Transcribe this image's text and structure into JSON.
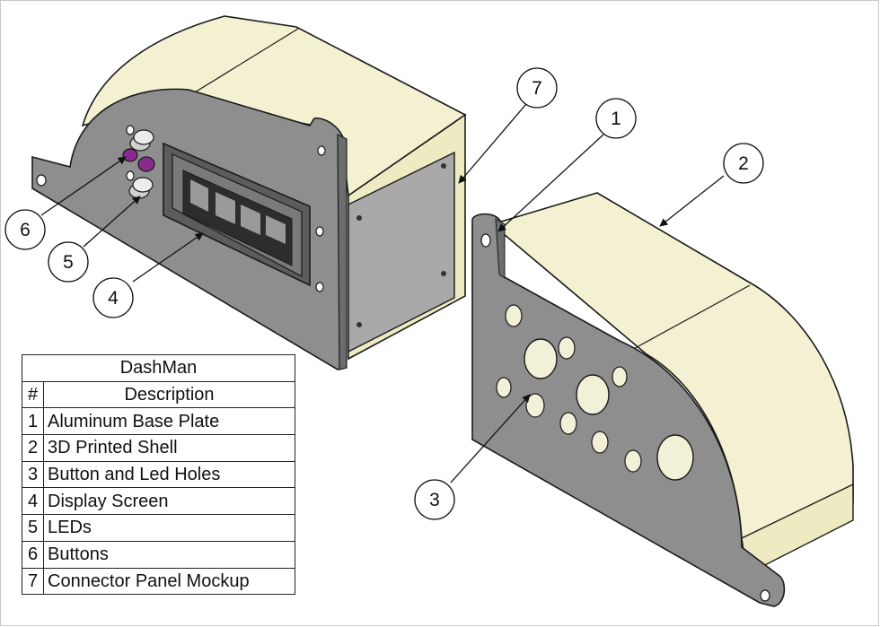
{
  "colors": {
    "shell": "#eeeac2",
    "shell_top": "#f4f1d2",
    "plate": "#8e8e8e",
    "plate_dark": "#6d6d6d",
    "panel": "#a9a9a9",
    "button_purple": "#8a2a8c",
    "outline": "#1a1a1a"
  },
  "callouts": [
    {
      "number": "7"
    },
    {
      "number": "1"
    },
    {
      "number": "2"
    },
    {
      "number": "6"
    },
    {
      "number": "5"
    },
    {
      "number": "4"
    },
    {
      "number": "3"
    }
  ],
  "table": {
    "title": "DashMan",
    "header_num": "#",
    "header_desc": "Description",
    "rows": [
      {
        "num": "1",
        "desc": "Aluminum Base Plate"
      },
      {
        "num": "2",
        "desc": "3D Printed Shell"
      },
      {
        "num": "3",
        "desc": "Button and Led Holes"
      },
      {
        "num": "4",
        "desc": "Display Screen"
      },
      {
        "num": "5",
        "desc": "LEDs"
      },
      {
        "num": "6",
        "desc": "Buttons"
      },
      {
        "num": "7",
        "desc": "Connector Panel Mockup"
      }
    ]
  }
}
